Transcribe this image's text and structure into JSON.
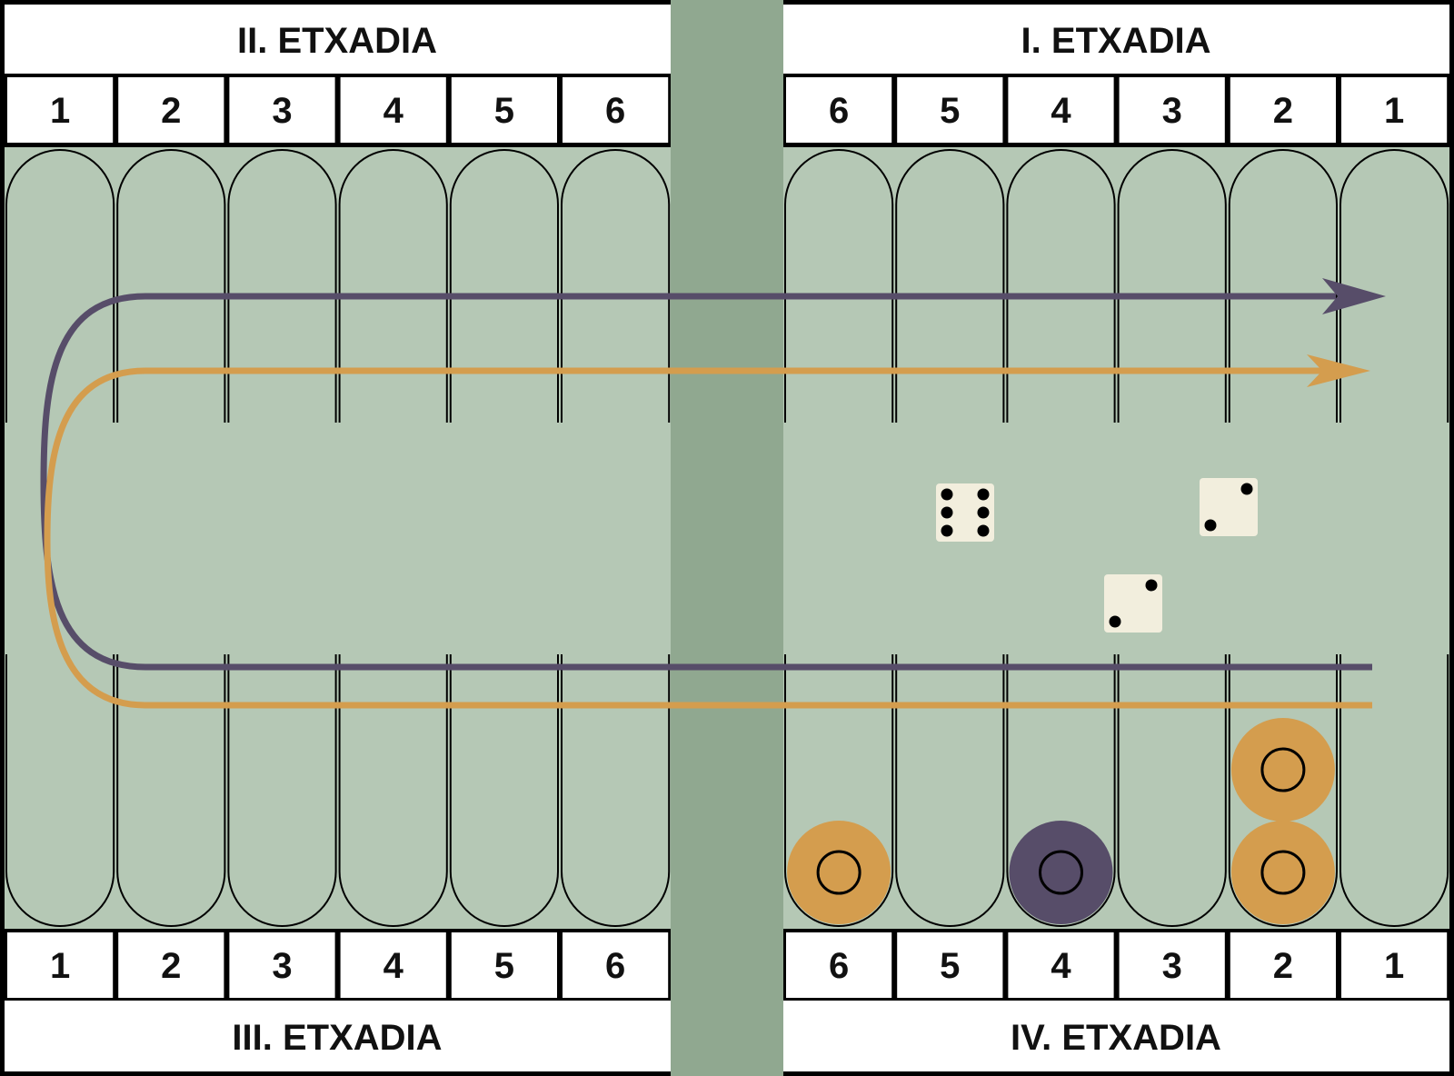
{
  "quadrants": {
    "top_left": "II. ETXADIA",
    "top_right": "I. ETXADIA",
    "bottom_left": "III. ETXADIA",
    "bottom_right": "IV. ETXADIA"
  },
  "point_numbers": {
    "left": [
      "1",
      "2",
      "3",
      "4",
      "5",
      "6"
    ],
    "right": [
      "6",
      "5",
      "4",
      "3",
      "2",
      "1"
    ]
  },
  "colors": {
    "board": "#b5c8b5",
    "bar": "#90a890",
    "purple_player": "#574d69",
    "orange_player": "#d49d4e",
    "die_face": "#f2eedd"
  },
  "dice": [
    {
      "name": "die-six",
      "value": 6
    },
    {
      "name": "die-two-right",
      "value": 2
    },
    {
      "name": "die-two-lower",
      "value": 2
    }
  ],
  "checkers": [
    {
      "player": "orange",
      "quadrant": "IV",
      "point": 6
    },
    {
      "player": "purple",
      "quadrant": "IV",
      "point": 4
    },
    {
      "player": "orange",
      "quadrant": "IV",
      "point": 2
    },
    {
      "player": "orange",
      "quadrant": "IV",
      "point": 2
    }
  ],
  "movement_arrows": [
    {
      "player": "purple",
      "direction": "IV → III → II → I"
    },
    {
      "player": "orange",
      "direction": "IV → III → II → I"
    }
  ]
}
